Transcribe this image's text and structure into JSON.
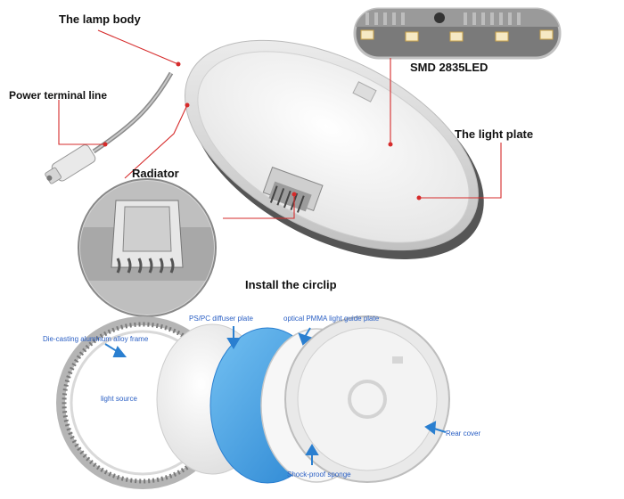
{
  "top_labels": {
    "lamp_body": "The lamp body",
    "power_terminal": "Power terminal line",
    "smd_led": "SMD  2835LED",
    "light_plate": "The light plate",
    "radiator": "Radiator",
    "install_circlip": "Install the circlip"
  },
  "bottom_labels": {
    "diffuser": "PS/PC diffuser plate",
    "light_guide": "optical PMMA light guide plate",
    "frame": "Die-casting aluminum alloy frame",
    "light_source": "light source",
    "rear_cover": "Rear cover",
    "sponge": "Shock-proof sponge"
  },
  "colors": {
    "callout_line": "#d62b2b",
    "arrow_blue": "#2a7fd0",
    "guide_plate": "#3d9de2",
    "label_blue": "#2a5fc4"
  }
}
